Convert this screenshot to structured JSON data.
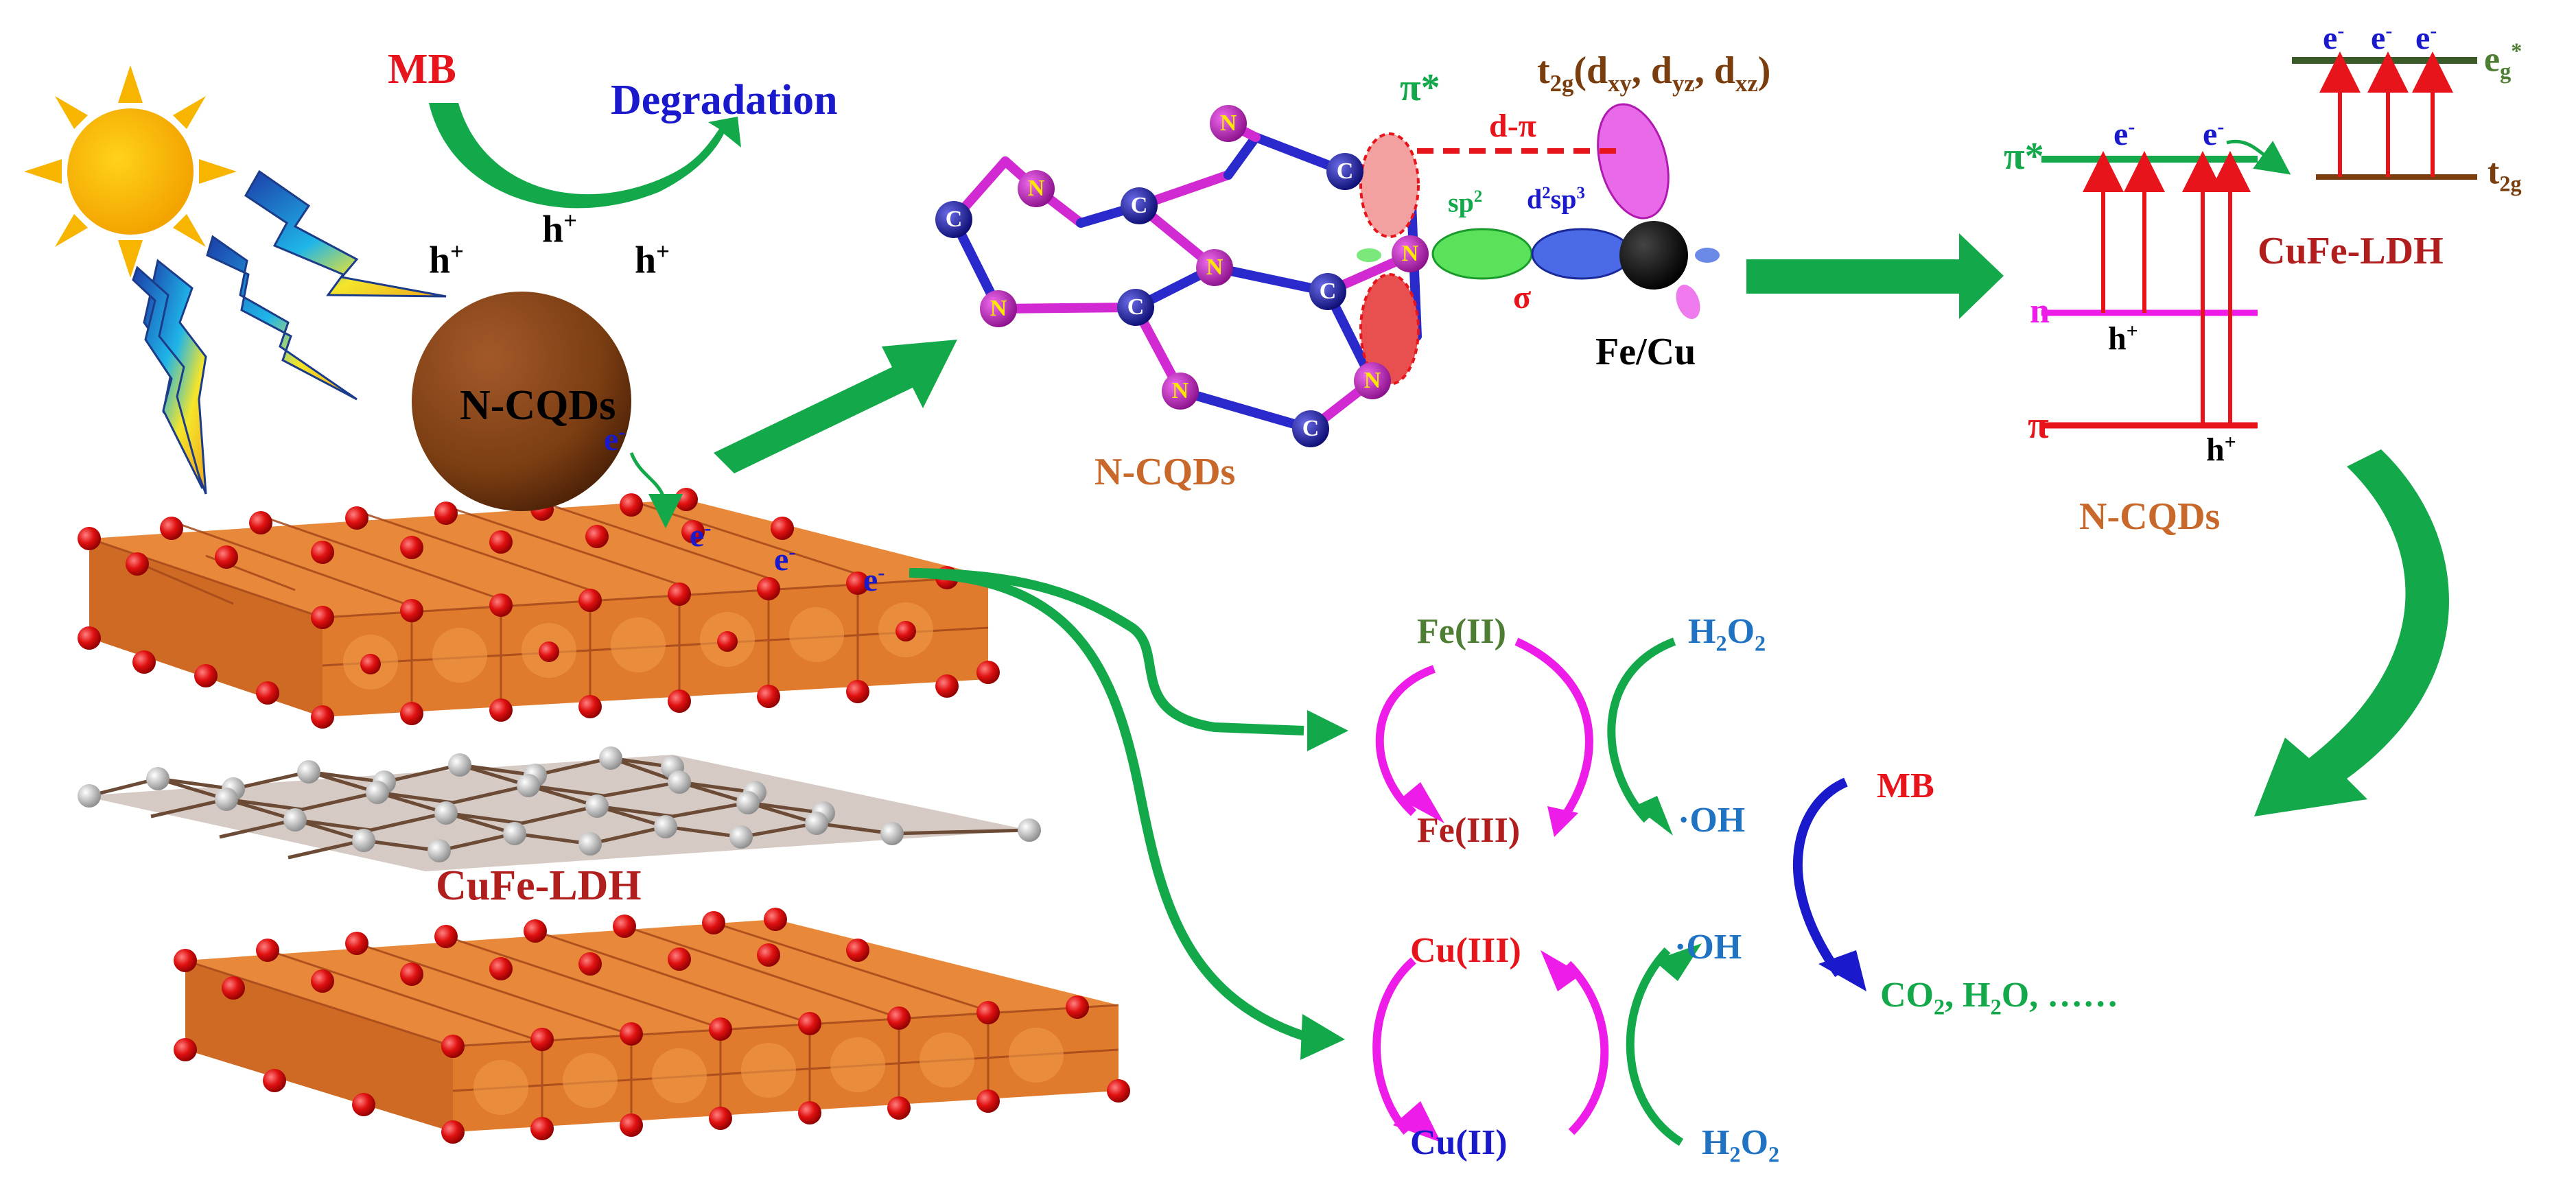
{
  "colors": {
    "red": "#e8141c",
    "blue": "#1a1acc",
    "green": "#13a84a",
    "magenta": "#ee1ce8",
    "brown_label": "#c8682a",
    "dark_red": "#b01e1e",
    "steel_blue": "#1f73c2",
    "olive_green": "#4e7d34",
    "t2g_brown": "#7a3d0e",
    "sun": "#f7b500",
    "octahedron": "#e07a2c",
    "oxygen": "#d81414"
  },
  "top_left": {
    "mb": "MB",
    "degradation": "Degradation",
    "hole": "h",
    "hole_sup": "+",
    "ncqds": "N-CQDs",
    "electron": "e",
    "electron_sup": "-"
  },
  "ldh_label": "CuFe-LDH",
  "molecule": {
    "caption": "N-CQDs",
    "carbon_symbol": "C",
    "nitrogen_symbol": "N",
    "pi_star": "π*",
    "d_pi": "d-π",
    "t2g_main": "t",
    "t2g_sub": "2g",
    "t2g_orbitals": "(d",
    "dxy": "xy",
    "dyz": "yz",
    "dxz": "xz",
    "sp2_main": "sp",
    "sp2_sup": "2",
    "d2sp3_d": "d",
    "d2sp3_sup1": "2",
    "d2sp3_sp": "sp",
    "d2sp3_sup2": "3",
    "sigma": "σ",
    "metal": "Fe/Cu"
  },
  "energy": {
    "pi_star": "π*",
    "n": "n",
    "pi": "π",
    "hole": "h",
    "hole_sup": "+",
    "electron": "e",
    "electron_sup": "-",
    "eg_main": "e",
    "eg_sub": "g",
    "eg_sup": "*",
    "t2g_main": "t",
    "t2g_sub": "2g",
    "ldh": "CuFe-LDH",
    "ncqds": "N-CQDs"
  },
  "cycles": {
    "fe2": "Fe(II)",
    "fe3": "Fe(III)",
    "cu3": "Cu(III)",
    "cu2": "Cu(II)",
    "h2o2_h": "H",
    "h2o2_2": "2",
    "h2o2_o": "O",
    "oh": "·OH",
    "mb": "MB",
    "products_co": "CO",
    "products_2": "2",
    "products_h": ", H",
    "products_rest": "O, ……"
  }
}
